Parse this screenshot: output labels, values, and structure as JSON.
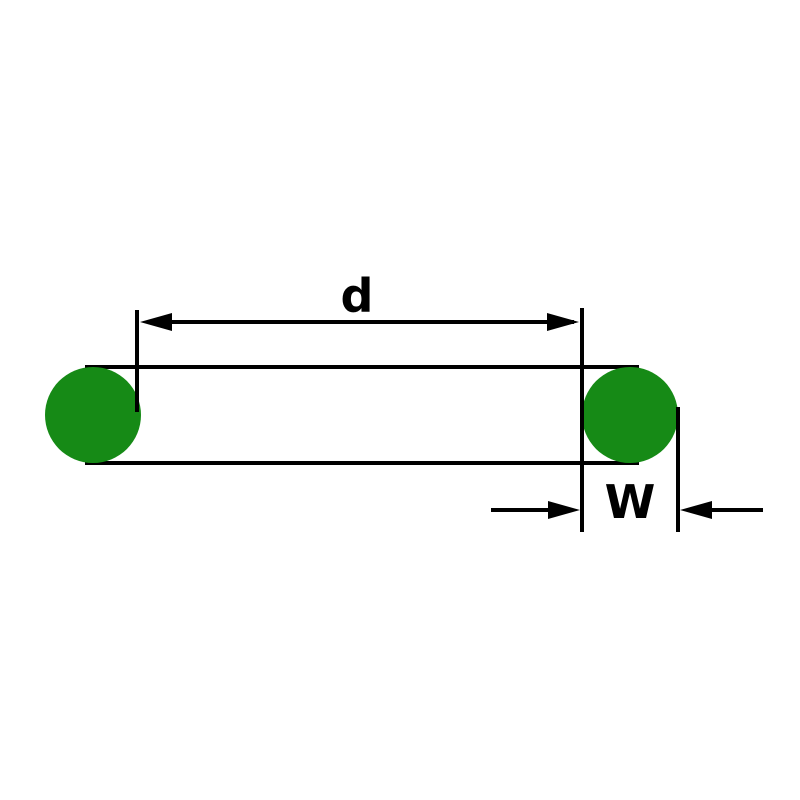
{
  "diagram": {
    "type": "o-ring-dimension-drawing",
    "labels": {
      "inner_diameter": "d",
      "cross_section_width": "W"
    },
    "colors": {
      "ring_fill": "#168a16",
      "line": "#000000",
      "background": "#ffffff"
    }
  }
}
